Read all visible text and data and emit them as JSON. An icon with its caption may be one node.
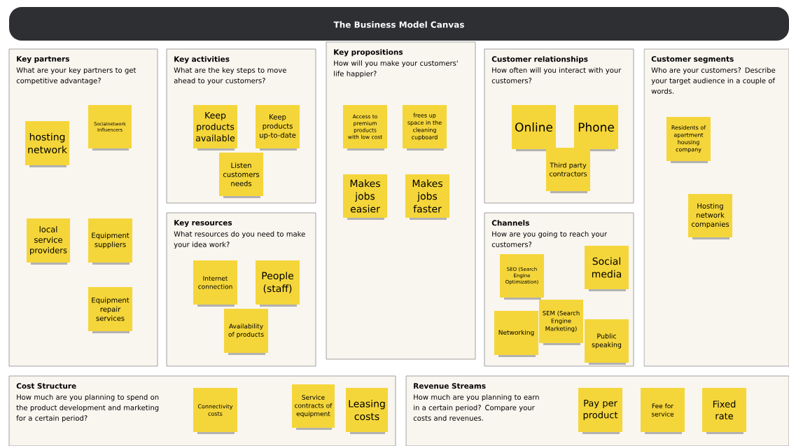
{
  "diagram": {
    "title": "The Business Model Canvas",
    "nodes": [
      {
        "text": [
          "Key partners",
          "What are your key partners to get competitive advantage?"
        ]
      },
      {
        "text": [
          "hosting network"
        ],
        "in": 0
      },
      {
        "text": [
          "Socialnetwork Influencers"
        ],
        "in": 0
      },
      {
        "text": [
          "local service providers"
        ],
        "in": 0
      },
      {
        "text": [
          "Equipment suppliers"
        ],
        "in": 0
      },
      {
        "text": [
          "Equipment repair services"
        ],
        "in": 0
      },
      {
        "text": [
          "Key activities",
          "What are the key steps to move ahead to your customers?"
        ]
      },
      {
        "text": [
          "Keep products available"
        ],
        "in": 6
      },
      {
        "text": [
          "Keep products up-to-date"
        ],
        "in": 6
      },
      {
        "text": [
          "Listen customers needs"
        ],
        "in": 6
      },
      {
        "text": [
          "Key resources",
          "What resources do you need to make your idea work?"
        ]
      },
      {
        "text": [
          "Internet connection"
        ],
        "in": 10
      },
      {
        "text": [
          "People (staff)"
        ],
        "in": 10
      },
      {
        "text": [
          "Availability of products"
        ],
        "in": 10
      },
      {
        "text": [
          "Key propositions",
          "How will you make your customers' life happier?"
        ]
      },
      {
        "text": [
          "Access to premium products with low cost"
        ],
        "in": 14
      },
      {
        "text": [
          "frees up space in the cleaning cupboard"
        ],
        "in": 14
      },
      {
        "text": [
          "Makes jobs easier"
        ],
        "in": 14
      },
      {
        "text": [
          "Makes jobs faster"
        ],
        "in": 14
      },
      {
        "text": [
          "Customer relationships",
          "How often will you interact with your customers?"
        ]
      },
      {
        "text": [
          "Online"
        ],
        "in": 19
      },
      {
        "text": [
          "Phone"
        ],
        "in": 19
      },
      {
        "text": [
          "Third party contractors"
        ],
        "in": 19
      },
      {
        "text": [
          "Channels",
          "How are you going to reach your customers?"
        ]
      },
      {
        "text": [
          "SEO (Search Engine Optimization)"
        ],
        "in": 23
      },
      {
        "text": [
          "Social media"
        ],
        "in": 23
      },
      {
        "text": [
          "SEM (Search Engine Marketing)"
        ],
        "in": 23
      },
      {
        "text": [
          "Networking"
        ],
        "in": 23
      },
      {
        "text": [
          "Public speaking"
        ],
        "in": 23
      },
      {
        "text": [
          "Customer segments",
          "Who are your customers? Describe your target audience in a couple of words."
        ]
      },
      {
        "text": [
          "Residents of apartment housing company"
        ],
        "in": 29
      },
      {
        "text": [
          "Hosting network companies"
        ],
        "in": 29
      },
      {
        "text": [
          "Cost Structure",
          "How much are you planning to spend on the product development and marketing for a certain period?"
        ]
      },
      {
        "text": [
          "Connectivity costs"
        ],
        "in": 32
      },
      {
        "text": [
          "Service contracts of equipment"
        ],
        "in": 32
      },
      {
        "text": [
          "Leasing costs"
        ],
        "in": 32
      },
      {
        "text": [
          "Revenue Streams",
          "How much are you planning to earn in a certain period? Compare your costs and revenues."
        ]
      },
      {
        "text": [
          "Pay per product"
        ],
        "in": 36
      },
      {
        "text": [
          "Fee for service"
        ],
        "in": 36
      },
      {
        "text": [
          "Fixed rate"
        ],
        "in": 36
      }
    ]
  }
}
